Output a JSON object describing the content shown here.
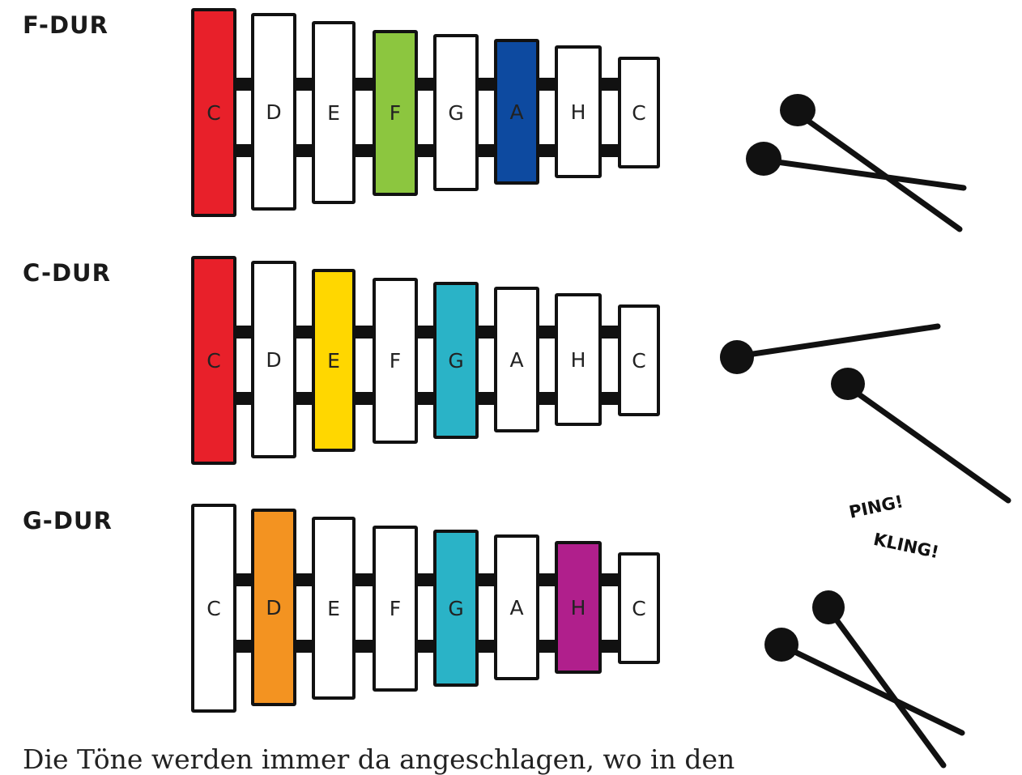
{
  "rows": [
    {
      "label": "F-DUR",
      "bars": [
        {
          "note": "C",
          "color": "#e8202a"
        },
        {
          "note": "D",
          "color": "#ffffff"
        },
        {
          "note": "E",
          "color": "#ffffff"
        },
        {
          "note": "F",
          "color": "#8cc63f"
        },
        {
          "note": "G",
          "color": "#ffffff"
        },
        {
          "note": "A",
          "color": "#0d4aa0"
        },
        {
          "note": "H",
          "color": "#ffffff"
        },
        {
          "note": "C",
          "color": "#ffffff"
        }
      ]
    },
    {
      "label": "C-DUR",
      "bars": [
        {
          "note": "C",
          "color": "#e8202a"
        },
        {
          "note": "D",
          "color": "#ffffff"
        },
        {
          "note": "E",
          "color": "#ffd700"
        },
        {
          "note": "F",
          "color": "#ffffff"
        },
        {
          "note": "G",
          "color": "#2ab3c7"
        },
        {
          "note": "A",
          "color": "#ffffff"
        },
        {
          "note": "H",
          "color": "#ffffff"
        },
        {
          "note": "C",
          "color": "#ffffff"
        }
      ]
    },
    {
      "label": "G-DUR",
      "bars": [
        {
          "note": "C",
          "color": "#ffffff"
        },
        {
          "note": "D",
          "color": "#f39321"
        },
        {
          "note": "E",
          "color": "#ffffff"
        },
        {
          "note": "F",
          "color": "#ffffff"
        },
        {
          "note": "G",
          "color": "#2ab3c7"
        },
        {
          "note": "A",
          "color": "#ffffff"
        },
        {
          "note": "H",
          "color": "#b01f8c"
        },
        {
          "note": "C",
          "color": "#ffffff"
        }
      ]
    }
  ],
  "sounds": {
    "ping": "PING!",
    "kling": "KLING!"
  },
  "body_text": "Die Töne werden immer da angeschlagen, wo in den"
}
